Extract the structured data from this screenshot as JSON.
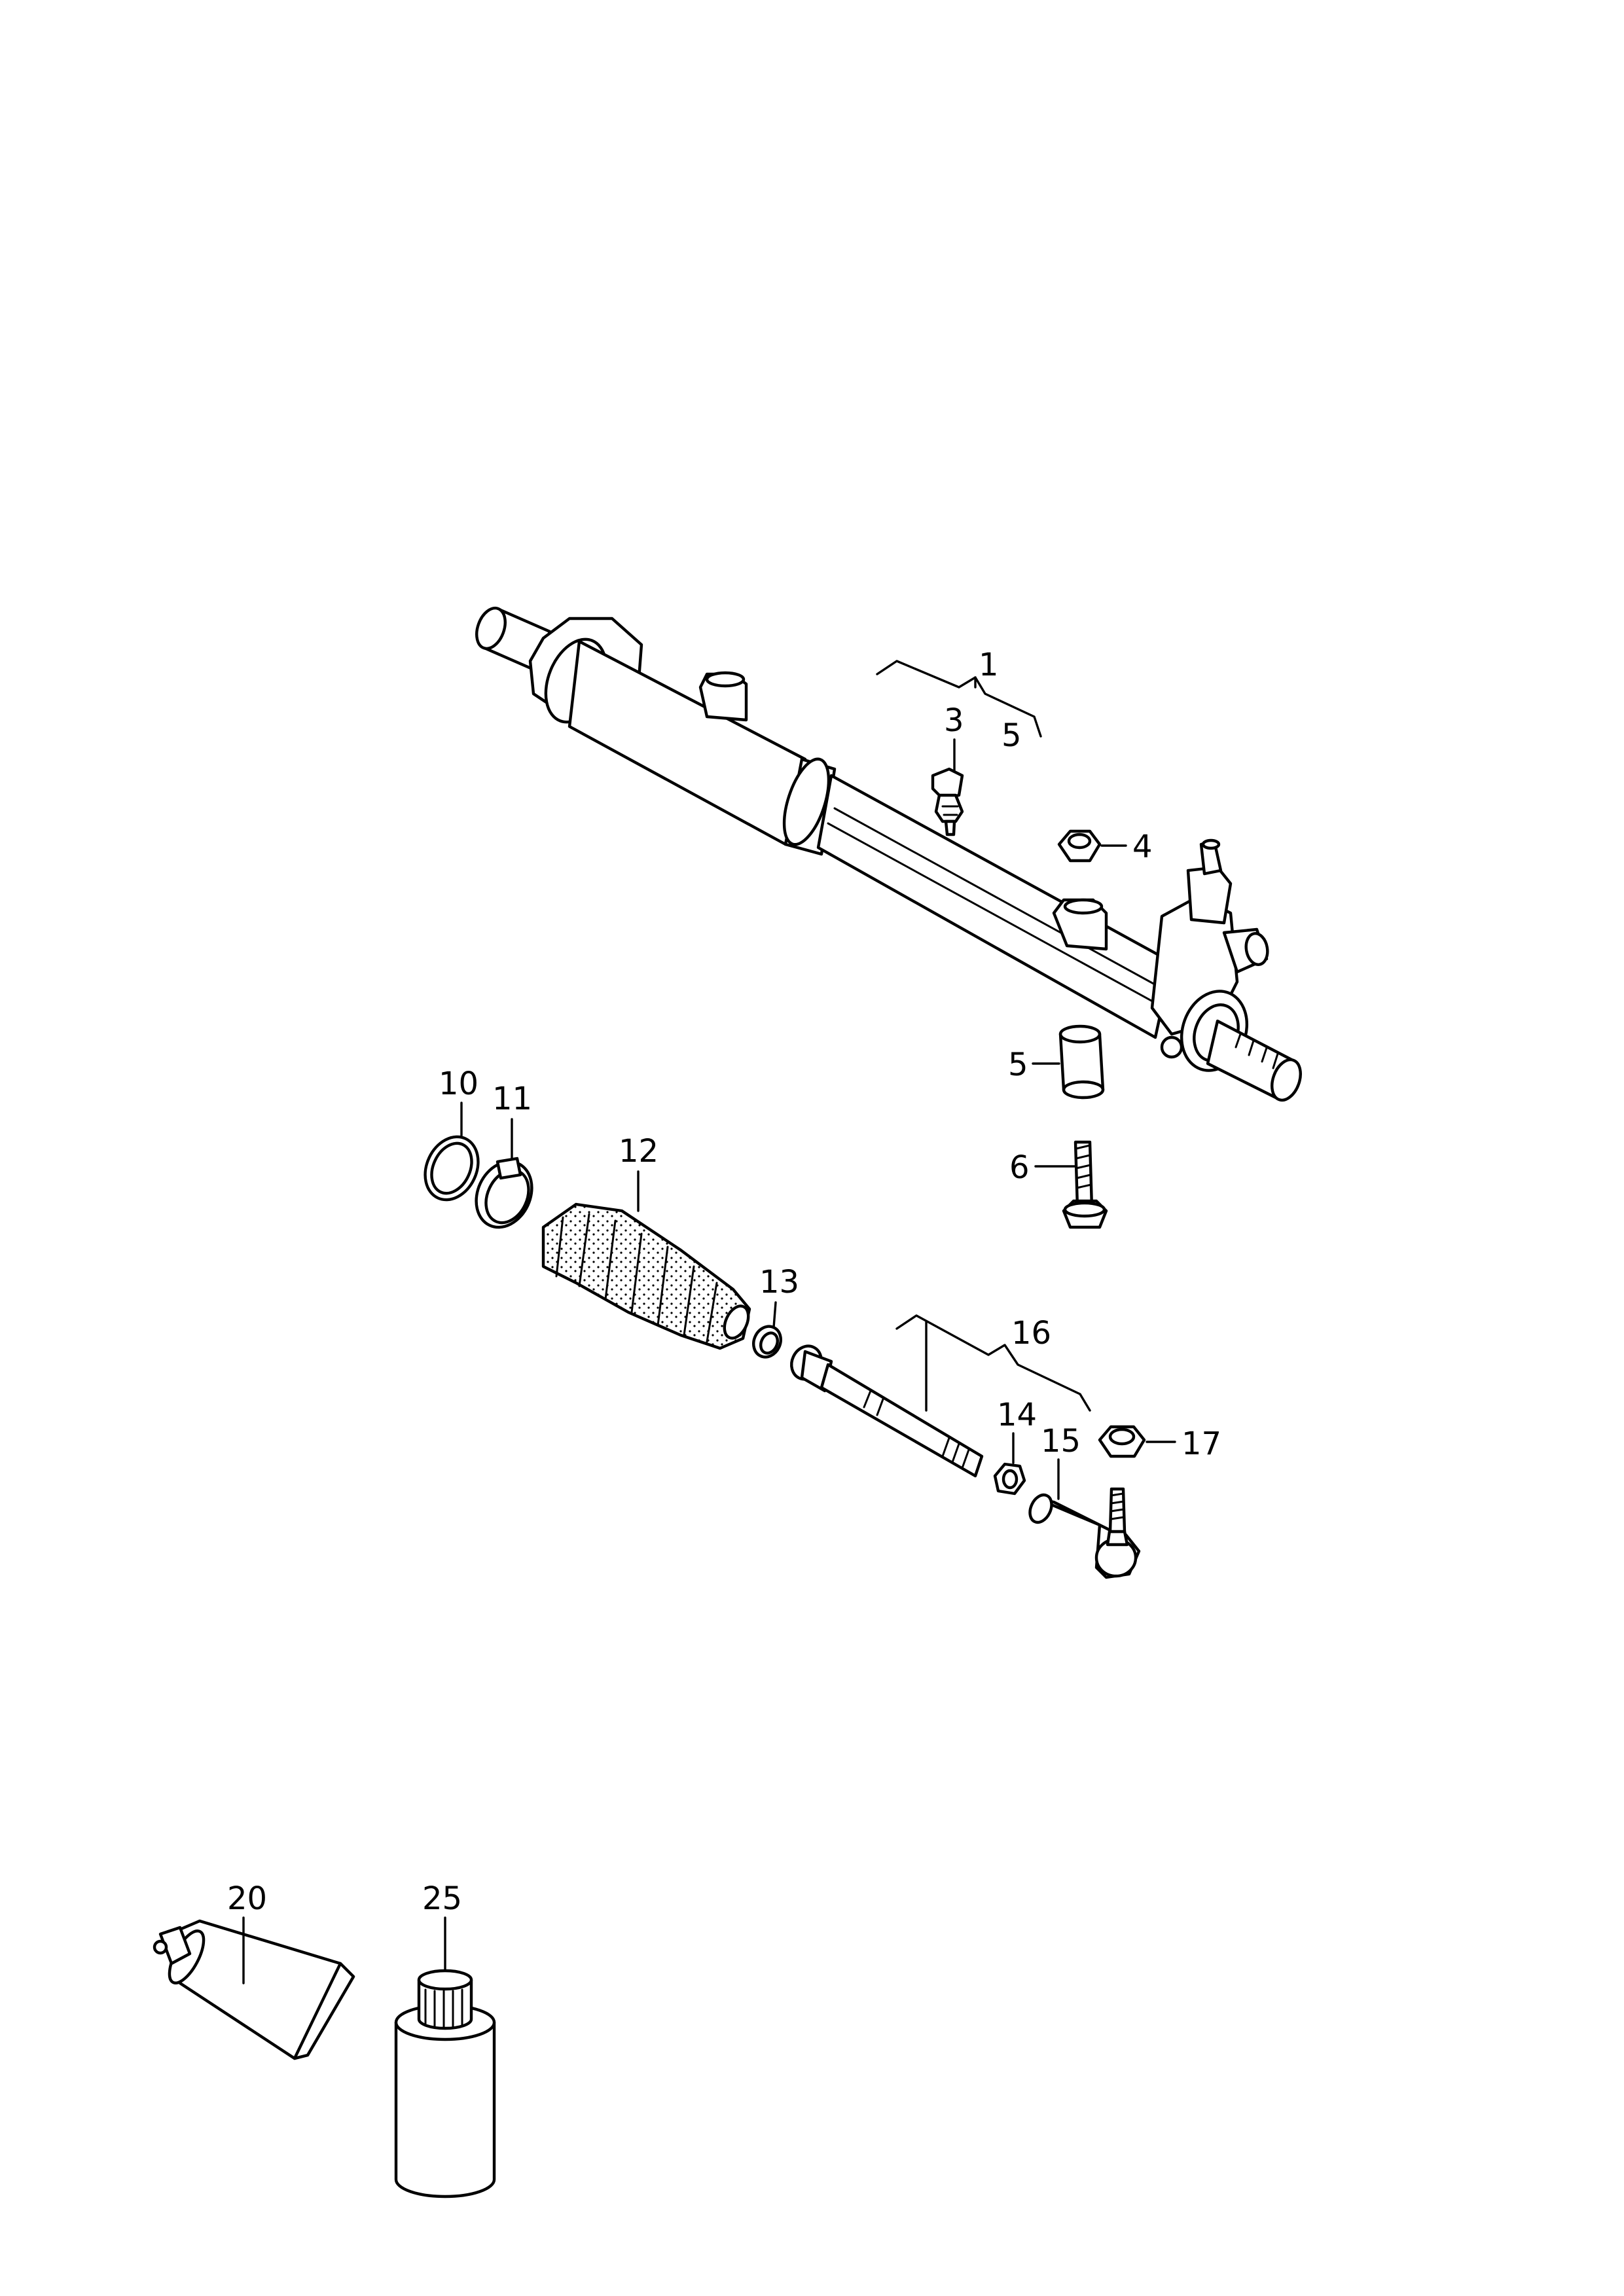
{
  "callouts": {
    "c1": "1",
    "c3": "3",
    "c5a": "5",
    "c4": "4",
    "c5": "5",
    "c6": "6",
    "c10": "10",
    "c11": "11",
    "c12": "12",
    "c13": "13",
    "c14": "14",
    "c15": "15",
    "c16": "16",
    "c17": "17",
    "c20": "20",
    "c25": "25"
  },
  "colors": {
    "line": "#000000",
    "background": "#ffffff"
  }
}
